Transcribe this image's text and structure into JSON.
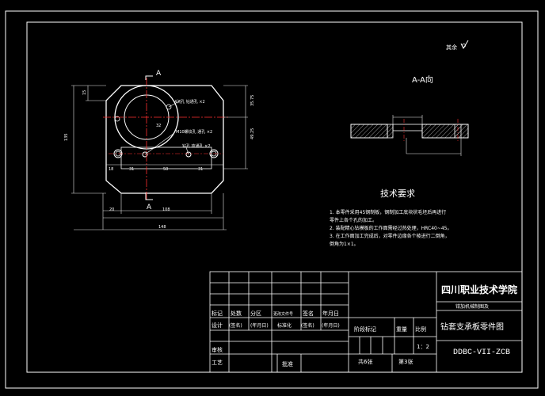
{
  "drawing": {
    "roughness_symbol_label": "其余",
    "section_label": "A-A向",
    "cut_marker_top": "A",
    "cut_marker_bottom": "A",
    "notes_heading": "技术要求",
    "notes": [
      "1. 本零件采用45钢制板，钢制加工底块状毛坯后再进行",
      "   零件上各个孔的加工。",
      "2. 装配精心钻模板的工作面需经过热处理，HRC40~45。",
      "3. 在工作面加工完成后，对零件边缘各个棱进行二倒角，",
      "   倒角为1×1。"
    ],
    "hole_callouts": [
      "4沉孔 钻通孔 ×2",
      "M10螺纹孔 通孔 ×2",
      "钻孔 攻通孔 ×2"
    ],
    "dimensions": {
      "left_outer": "135",
      "left_inner": "15",
      "right_upper": "35.75",
      "right_lower": "49.25",
      "center_circle": "32",
      "hole_row_1": "18",
      "hole_row_2": "31",
      "hole_row_3": "50",
      "hole_row_4": "31",
      "bottom_left": "20",
      "bottom_mid": "108",
      "bottom_overall": "148"
    }
  },
  "title_block": {
    "school": "四川职业技术学院",
    "part_name": "钻套支承板零件图",
    "class_name": "钳加机械制图及",
    "drawing_number": "DDBC-VII-ZCB",
    "header_row": [
      "标记",
      "处数",
      "分区",
      "更改文件号",
      "签名",
      "年月日"
    ],
    "design_row": [
      "设计",
      "(签名)",
      "(年月日)",
      "标准化",
      "(签名)",
      "(年月日)"
    ],
    "stage_mark": "阶段标记",
    "weight": "重量",
    "scale": "比例",
    "scale_value": "1：2",
    "review": "审核",
    "process": "工艺",
    "approve": "批准",
    "sheets_total": "共6张",
    "sheet_no": "第3张"
  },
  "colors": {
    "background": "#000000",
    "frame": "#ffffff",
    "outline": "#ffffff",
    "centerline": "#ff3030",
    "dimension": "#e6e6e6",
    "hatch": "#ffffff",
    "dim_text": "#ffffff"
  }
}
